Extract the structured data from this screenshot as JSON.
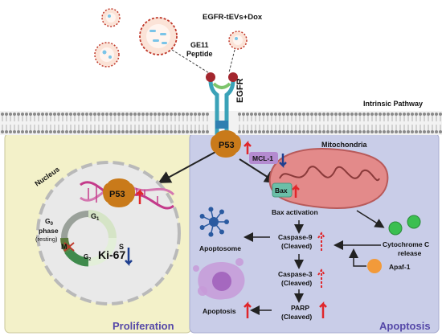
{
  "top": {
    "treatment": "EGFR-tEVs+Dox",
    "peptide_line1": "GE11",
    "peptide_line2": "Peptide",
    "receptor": "EGFR",
    "pathway": "Intrinsic Pathway"
  },
  "left_panel": {
    "title": "Proliferation",
    "nucleus": "Nucleus",
    "p53": "P53",
    "g0_phase": "G",
    "g0_sub": "0",
    "g0_line2": "phase",
    "g0_line3": "(resting)",
    "g1": "G",
    "g1_sub": "1",
    "s": "S",
    "g2": "G",
    "g2_sub": "2",
    "m": "M",
    "ki67": "Ki-67"
  },
  "right_panel": {
    "title": "Apoptosis",
    "p53": "P53",
    "mitochondria": "Mitochondria",
    "mcl1": "MCL-1",
    "bax": "Bax",
    "bax_activation": "Bax activation",
    "cytochrome_line1": "Cytochrome C",
    "cytochrome_line2": "release",
    "apaf1": "Apaf-1",
    "apoptosome": "Apoptosome",
    "caspase9_line1": "Caspase-9",
    "caspase9_line2": "(Cleaved)",
    "caspase3_line1": "Caspase-3",
    "caspase3_line2": "(Cleaved)",
    "parp_line1": "PARP",
    "parp_line2": "(Cleaved)",
    "apoptosis_label": "Apoptosis"
  },
  "colors": {
    "proliferation_bg": "#f3f1c9",
    "apoptosis_bg": "#c9cde8",
    "title_blue": "#5548a8",
    "up_arrow": "#e0262b",
    "down_arrow": "#1f3f8f",
    "p53": "#c97a1a",
    "membrane": "#8a8a8a"
  },
  "icons": [
    "ev-particle-icon",
    "egfr-receptor-icon",
    "dna-helix-icon",
    "mitochondria-icon",
    "apoptosome-icon",
    "apoptotic-cell-icon",
    "cytochrome-c-icon",
    "apaf1-icon"
  ]
}
